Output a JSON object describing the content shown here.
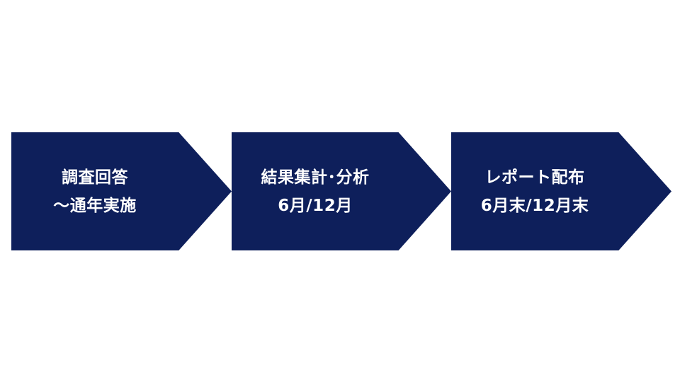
{
  "steps": [
    {
      "line1": "調査回答",
      "line2": "～通年実施"
    },
    {
      "line1": "結果集計･分析",
      "line2": "6月/12月"
    },
    {
      "line1": "レポート配布",
      "line2": "6月末/12月末"
    }
  ],
  "colors": {
    "arrow_fill": "#0e1f5b",
    "text": "#ffffff",
    "background": "#ffffff"
  }
}
